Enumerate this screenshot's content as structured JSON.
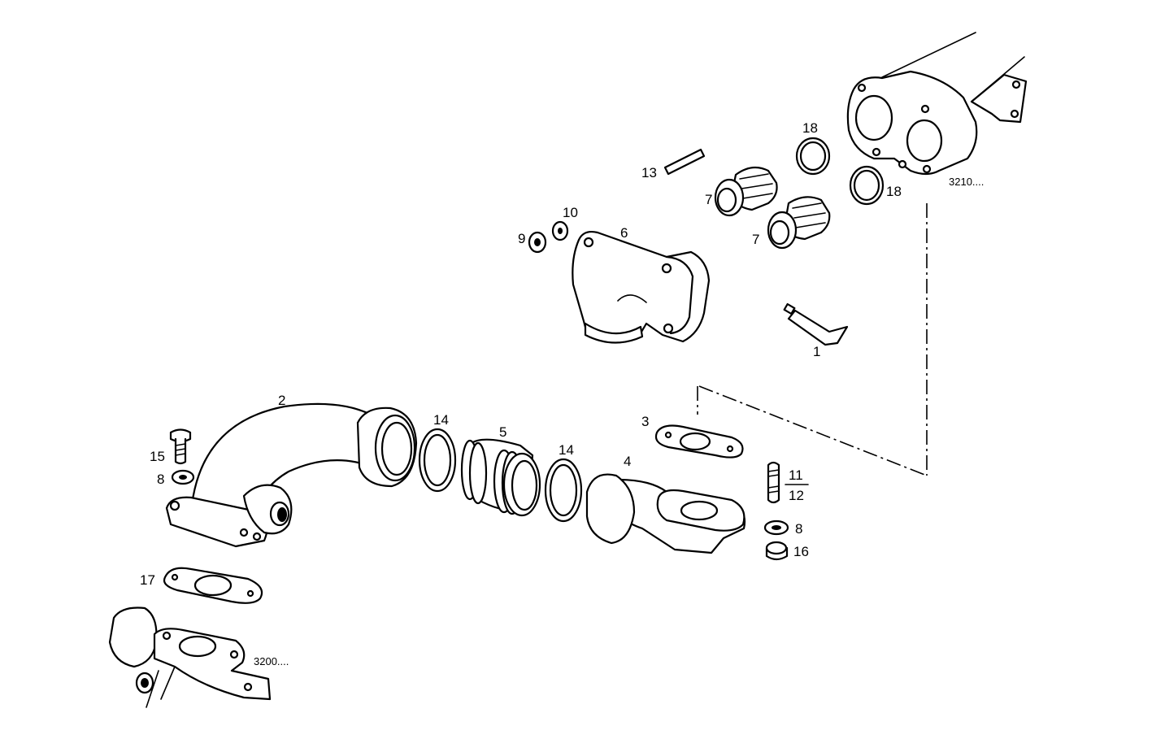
{
  "labels": {
    "p1": "1",
    "p2": "2",
    "p3": "3",
    "p4": "4",
    "p5": "5",
    "p6": "6",
    "p7a": "7",
    "p7b": "7",
    "p8a": "8",
    "p8b": "8",
    "p9": "9",
    "p10": "10",
    "p11": "11",
    "p12": "12",
    "p13": "13",
    "p14a": "14",
    "p14b": "14",
    "p15": "15",
    "p16": "16",
    "p17": "17",
    "p18a": "18",
    "p18b": "18"
  },
  "references": {
    "upper": "3210....",
    "lower": "3200...."
  }
}
